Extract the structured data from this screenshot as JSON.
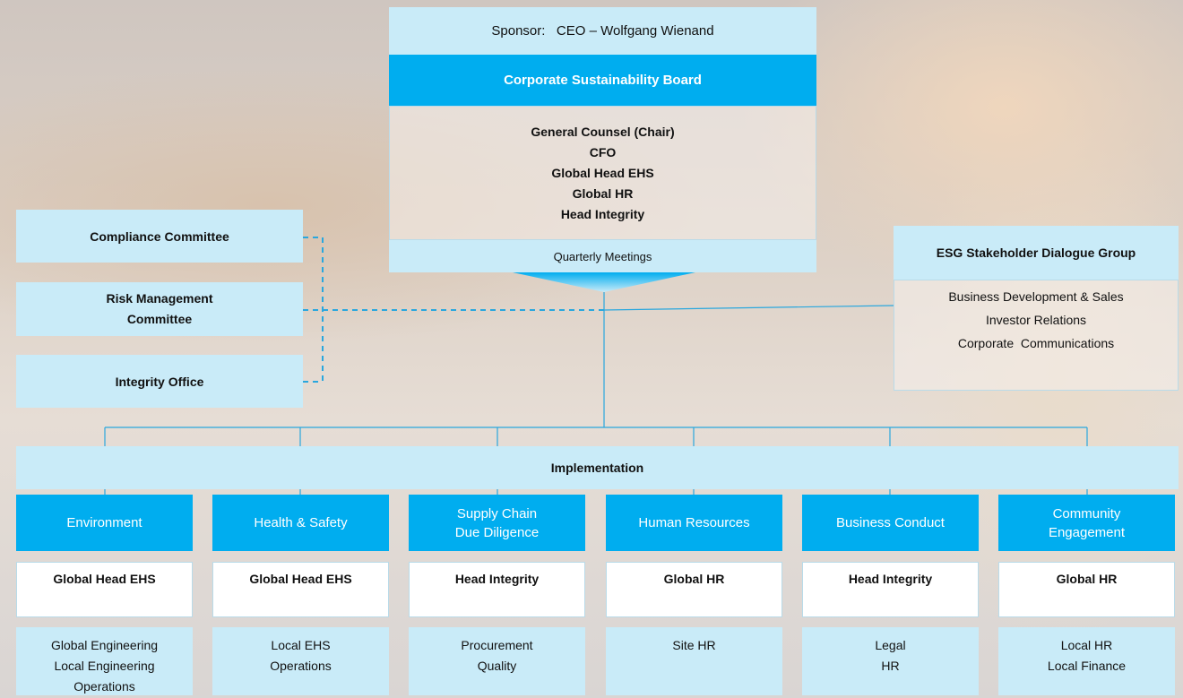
{
  "board": {
    "sponsor": "Sponsor:   CEO – Wolfgang Wienand",
    "title": "Corporate Sustainability Board",
    "members": [
      "General Counsel (Chair)",
      "CFO",
      "Global Head EHS",
      "Global HR",
      "Head Integrity"
    ],
    "meetings": "Quarterly Meetings"
  },
  "committees": [
    "Compliance Committee",
    "Risk Management\nCommittee",
    "Integrity Office"
  ],
  "esg": {
    "title": "ESG Stakeholder Dialogue Group",
    "members": [
      "Business Development & Sales",
      "Investor Relations",
      "Corporate  Communications"
    ]
  },
  "implementation": "Implementation",
  "areas": [
    {
      "name": "Environment",
      "lead": "Global Head EHS",
      "units": "Global Engineering\nLocal Engineering\nOperations"
    },
    {
      "name": "Health & Safety",
      "lead": "Global Head EHS",
      "units": "Local EHS\nOperations"
    },
    {
      "name": "Supply Chain\nDue Diligence",
      "lead": "Head Integrity",
      "units": "Procurement\nQuality"
    },
    {
      "name": "Human Resources",
      "lead": "Global HR",
      "units": "Site HR"
    },
    {
      "name": "Business Conduct",
      "lead": "Head Integrity",
      "units": "Legal\nHR"
    },
    {
      "name": "Community\nEngagement",
      "lead": "Global HR",
      "units": "Local HR\nLocal Finance"
    }
  ],
  "colors": {
    "accent": "#00adef",
    "light": "#c9ebf8",
    "line": "#29a7de"
  }
}
